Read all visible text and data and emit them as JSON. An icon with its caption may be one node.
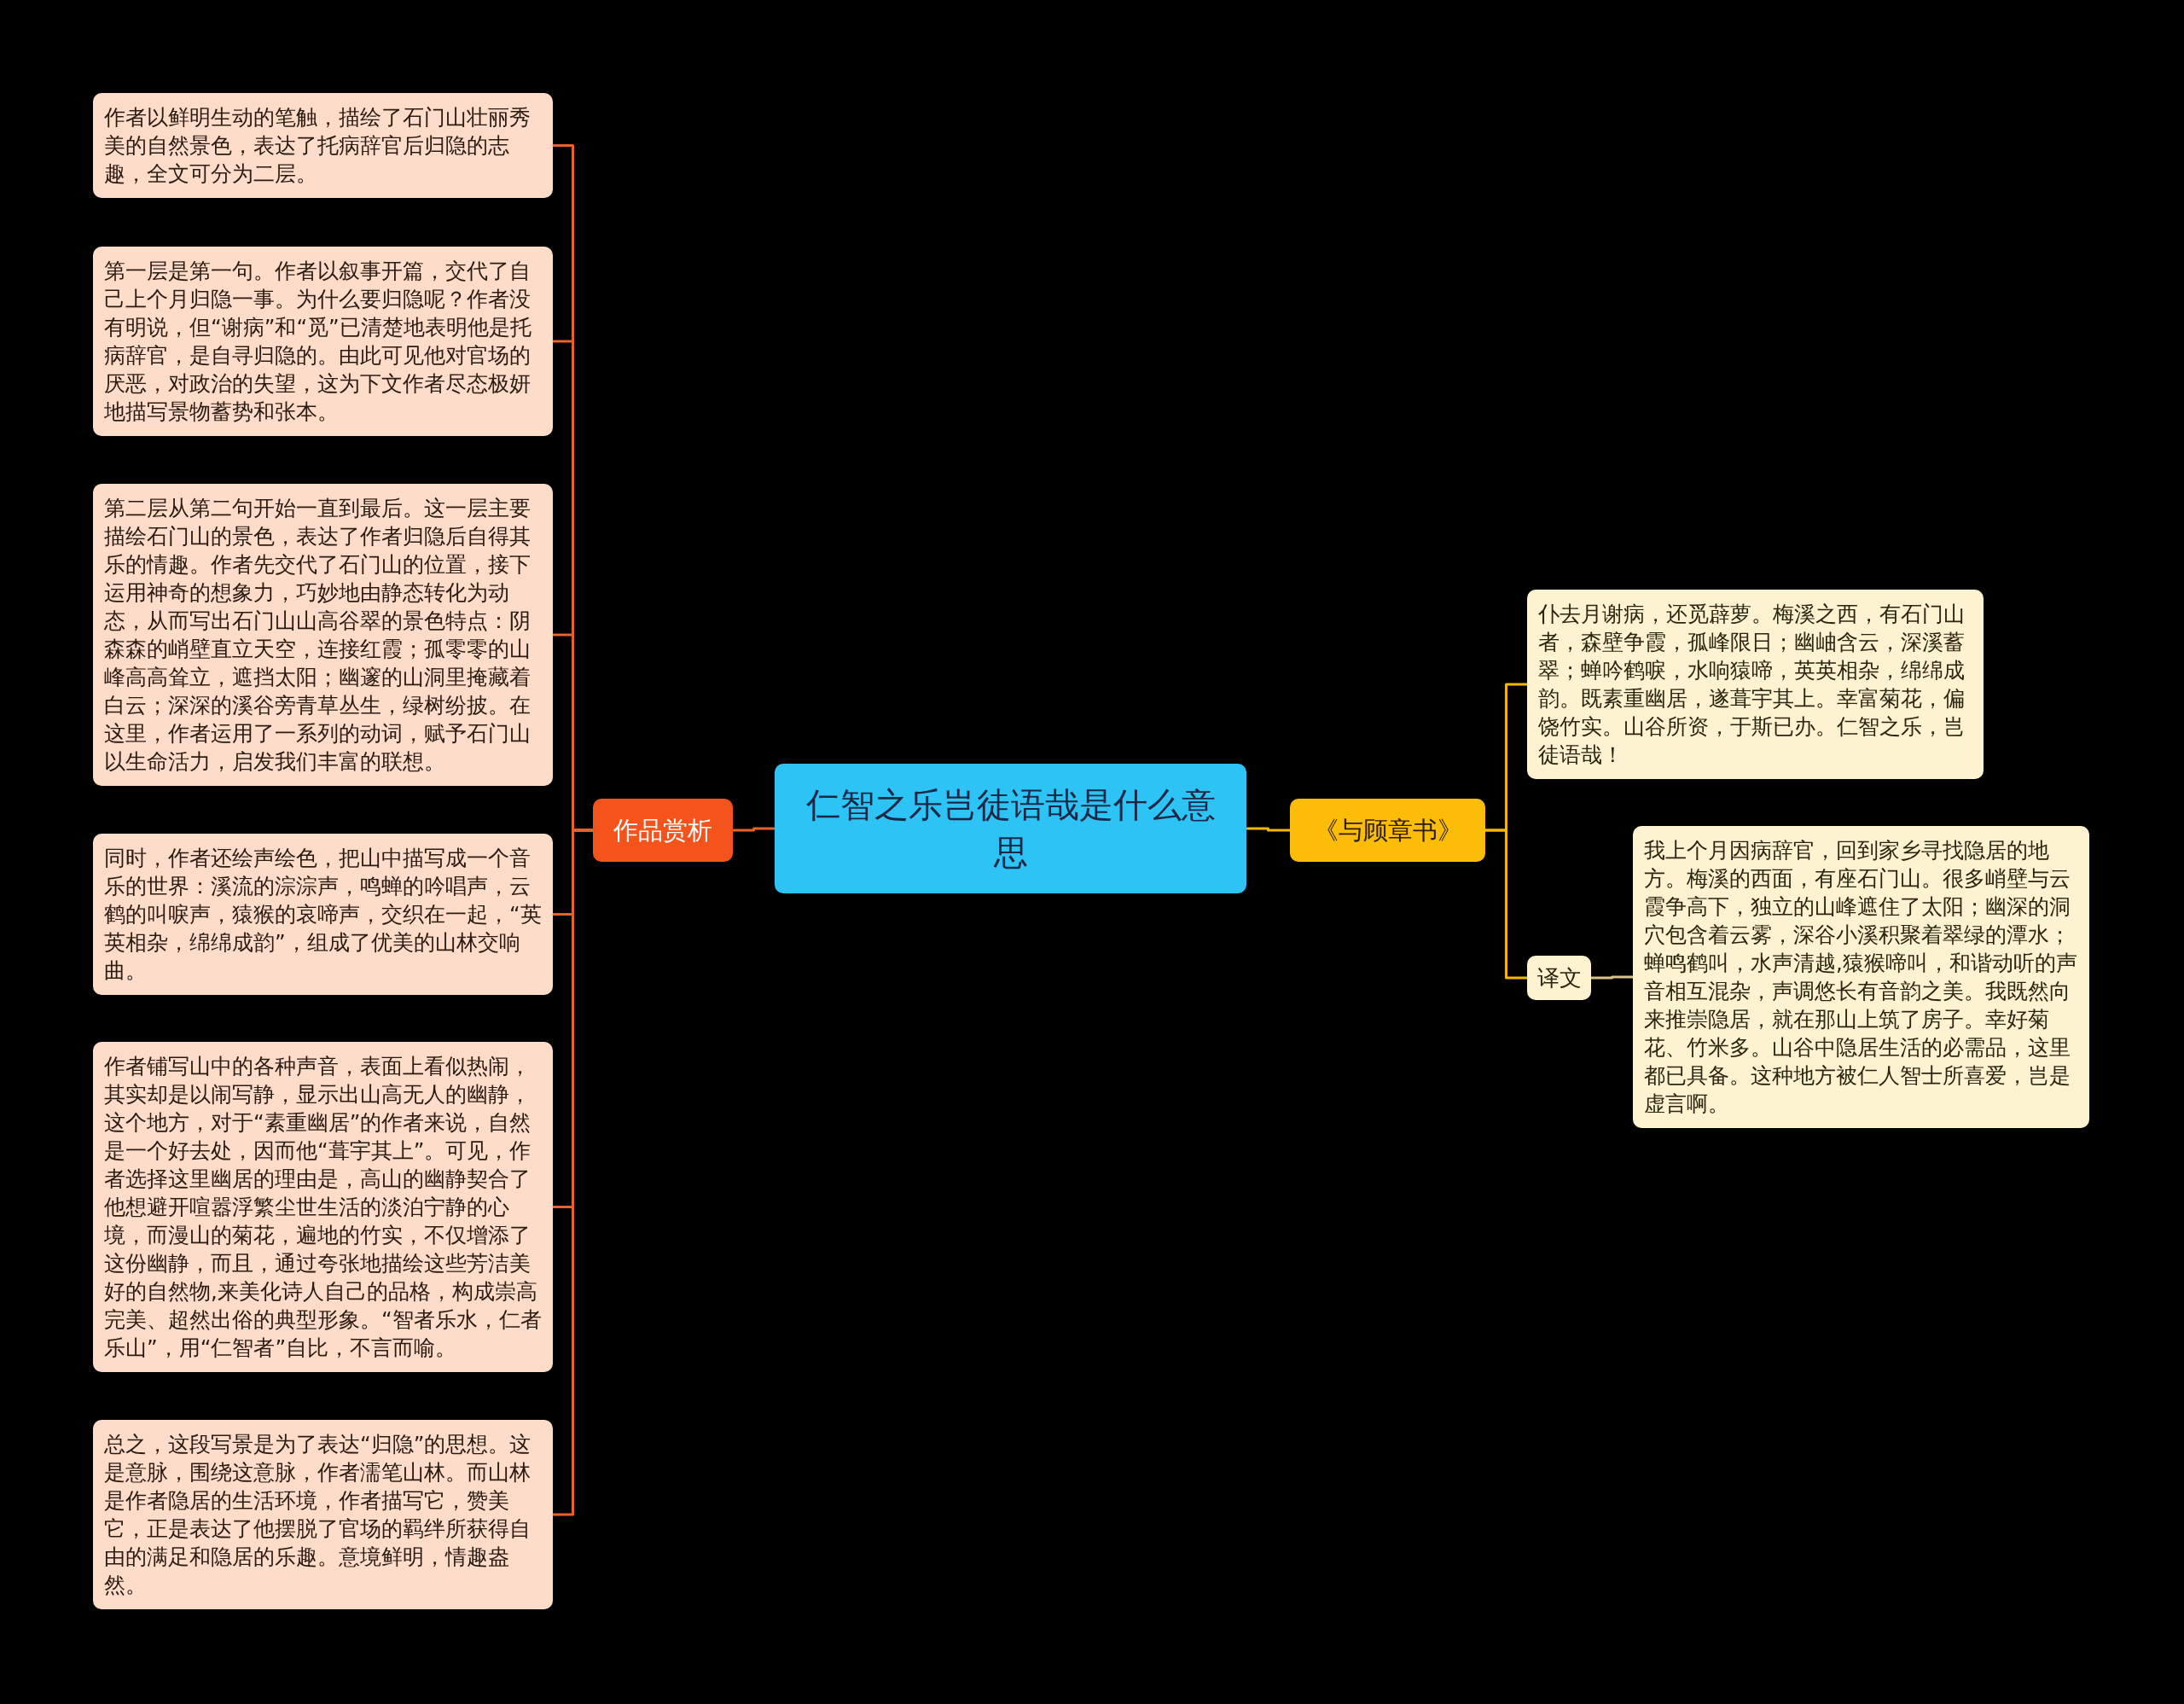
{
  "diagram": {
    "nodes": [
      {
        "text": [
          "仁智之乐岂徒语哉是什么意思"
        ]
      },
      {
        "text": [
          "作品赏析"
        ]
      },
      {
        "text": [
          "作者以鲜明生动的笔触，描绘了石门山壮丽秀美的自然景色，表达了托病辞官后归隐的志趣，全文可分为二层。"
        ]
      },
      {
        "text": [
          "第一层是第一句。作者以叙事开篇，交代了自己上个月归隐一事。为什么要归隐呢？作者没有明说，但“谢病”和“觅”已清楚地表明他是托病辞官，是自寻归隐的。由此可见他对官场的厌恶，对政治的失望，这为下文作者尽态极妍地描写景物蓄势和张本。"
        ]
      },
      {
        "text": [
          "第二层从第二句开始一直到最后。这一层主要描绘石门山的景色，表达了作者归隐后自得其乐的情趣。作者先交代了石门山的位置，接下运用神奇的想象力，巧妙地由静态转化为动态，从而写出石门山山高谷翠的景色特点：阴森森的峭壁直立天空，连接红霞；孤零零的山峰高高耸立，遮挡太阳；幽邃的山洞里掩藏着白云；深深的溪谷旁青草丛生，绿树纷披。在这里，作者运用了一系列的动词，赋予石门山以生命活力，启发我们丰富的联想。"
        ]
      },
      {
        "text": [
          "同时，作者还绘声绘色，把山中描写成一个音乐的世界：溪流的淙淙声，鸣蝉的吟唱声，云鹤的叫唳声，猿猴的哀啼声，交织在一起，“英英相杂，绵绵成韵”，组成了优美的山林交响曲。"
        ]
      },
      {
        "text": [
          "作者铺写山中的各种声音，表面上看似热闹，其实却是以闹写静，显示出山高无人的幽静，这个地方，对于“素重幽居”的作者来说，自然是一个好去处，因而他“葺宇其上”。可见，作者选择这里幽居的理由是，高山的幽静契合了他想避开喧嚣浮繁尘世生活的淡泊宁静的心境，而漫山的菊花，遍地的竹实，不仅增添了这份幽静，而且，通过夸张地描绘这些芳洁美好的自然物,来美化诗人自己的品格，构成崇高完美、超然出俗的典型形象。“智者乐水，仁者乐山”，用“仁智者”自比，不言而喻。"
        ]
      },
      {
        "text": [
          "总之，这段写景是为了表达“归隐”的思想。这是意脉，围绕这意脉，作者濡笔山林。而山林是作者隐居的生活环境，作者描写它，赞美它，正是表达了他摆脱了官场的羁绊所获得自由的满足和隐居的乐趣。意境鲜明，情趣盎然。"
        ]
      },
      {
        "text": [
          "《与顾章书》"
        ]
      },
      {
        "text": [
          "仆去月谢病，还觅薜萝。梅溪之西，有石门山者，森壁争霞，孤峰限日；幽岫含云，深溪蓄翠；蝉吟鹤唳，水响猿啼，英英相杂，绵绵成韵。既素重幽居，遂葺宇其上。幸富菊花，偏饶竹实。山谷所资，于斯已办。仁智之乐，岂徒语哉！"
        ]
      },
      {
        "text": [
          "译文"
        ]
      },
      {
        "text": [
          "我上个月因病辞官，回到家乡寻找隐居的地方。梅溪的西面，有座石门山。很多峭壁与云霞争高下，独立的山峰遮住了太阳；幽深的洞穴包含着云雾，深谷小溪积聚着翠绿的潭水；蝉鸣鹤叫，水声清越,猿猴啼叫，和谐动听的声音相互混杂，声调悠长有音韵之美。我既然向来推崇隐居，就在那山上筑了房子。幸好菊花、竹米多。山谷中隐居生活的必需品，这里都已具备。这种地方被仁人智士所喜爱，岂是虚言啊。"
        ]
      }
    ],
    "edges": [
      {
        "from": 0,
        "to": 1,
        "arrow": "none"
      },
      {
        "from": 1,
        "to": 2,
        "arrow": "none"
      },
      {
        "from": 1,
        "to": 3,
        "arrow": "none"
      },
      {
        "from": 1,
        "to": 4,
        "arrow": "none"
      },
      {
        "from": 1,
        "to": 5,
        "arrow": "none"
      },
      {
        "from": 1,
        "to": 6,
        "arrow": "none"
      },
      {
        "from": 1,
        "to": 7,
        "arrow": "none"
      },
      {
        "from": 0,
        "to": 8,
        "arrow": "none",
        "color": "#f5b800"
      },
      {
        "from": 8,
        "to": 9,
        "arrow": "none",
        "color": "#f5b800"
      },
      {
        "from": 8,
        "to": 10,
        "arrow": "none",
        "color": "#f5b800"
      },
      {
        "from": 10,
        "to": 11,
        "arrow": "none",
        "color": "#d9c28a"
      }
    ]
  }
}
